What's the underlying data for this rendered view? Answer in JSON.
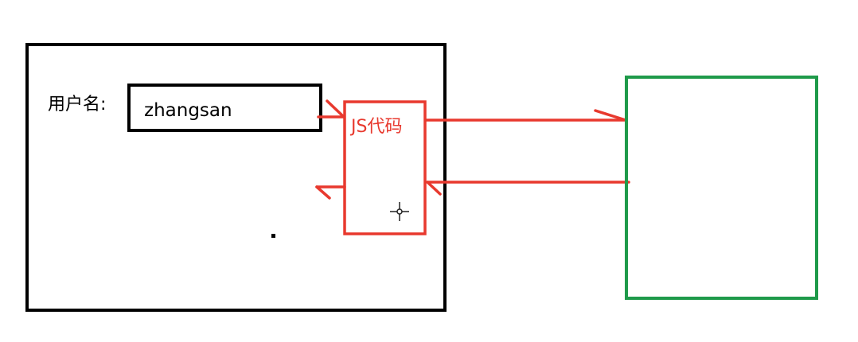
{
  "browser_box": {
    "username_label": "用户名:",
    "username_value": "zhangsan"
  },
  "js_box": {
    "label": "JS代码"
  },
  "colors": {
    "browser": "#000000",
    "js": "#e8392e",
    "server": "#1f9a4a",
    "cursor": "#222222"
  },
  "icons": {
    "cursor": "crosshair-cursor-icon"
  }
}
